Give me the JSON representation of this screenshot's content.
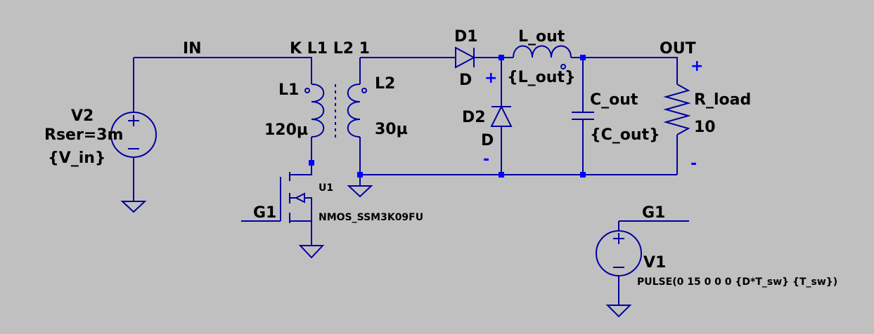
{
  "nets": {
    "in": "IN",
    "coupling": "K L1 L2 1",
    "out": "OUT",
    "gate_left": "G1",
    "gate_source": "G1"
  },
  "components": {
    "v2": {
      "name": "V2",
      "param": "Rser=3m",
      "value": "{V_in}"
    },
    "l1": {
      "name": "L1",
      "value": "120µ"
    },
    "l2": {
      "name": "L2",
      "value": "30µ"
    },
    "d1": {
      "name": "D1",
      "model": "D"
    },
    "d2": {
      "name": "D2",
      "model": "D"
    },
    "l_out": {
      "name": "L_out",
      "value": "{L_out}"
    },
    "c_out": {
      "name": "C_out",
      "value": "{C_out}"
    },
    "r_load": {
      "name": "R_load",
      "value": "10"
    },
    "u1": {
      "name": "U1",
      "model": "NMOS_SSM3K09FU"
    },
    "v1": {
      "name": "V1",
      "value": "PULSE(0 15 0 0 0 {D*T_sw} {T_sw})"
    }
  },
  "polarity": {
    "d_plus": "+",
    "d_minus": "-",
    "out_plus": "+",
    "out_minus": "-"
  },
  "colors": {
    "background": "#c0c0c0",
    "wire": "#0000a0",
    "symbol_fill": "#c0c0c0",
    "junction": "#0000ff",
    "polarity": "#0000ff",
    "text": "#000000"
  }
}
